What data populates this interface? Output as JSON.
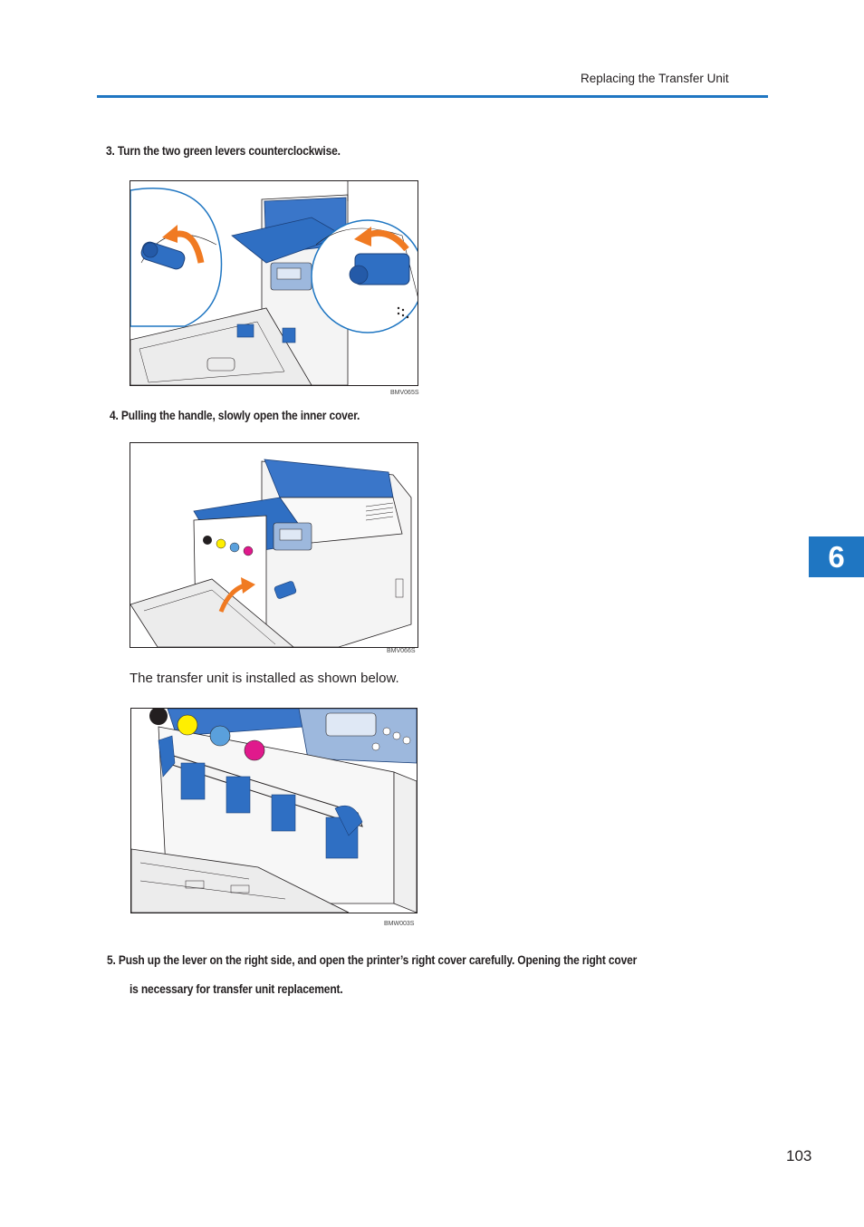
{
  "header": {
    "title": "Replacing the Transfer Unit"
  },
  "steps": {
    "step3": "3. Turn the two green levers counterclockwise.",
    "step4": "4. Pulling the handle, slowly open the inner cover.",
    "step5_line1": "5. Push up the lever on the right side, and open the printer’s right cover carefully. Opening the right cover",
    "step5_line2": "is necessary for transfer unit replacement."
  },
  "figures": {
    "fig1_code": "BMV065S",
    "fig2_code": "BMV066S",
    "fig3_code": "BMW003S"
  },
  "body": {
    "note": "The transfer unit is installed as shown below."
  },
  "chapter_tab": "6",
  "page_number": "103",
  "colors": {
    "accent_blue": "#1f76c2",
    "arrow_orange": "#f07a22",
    "lever_blue": "#2f6fc3"
  }
}
